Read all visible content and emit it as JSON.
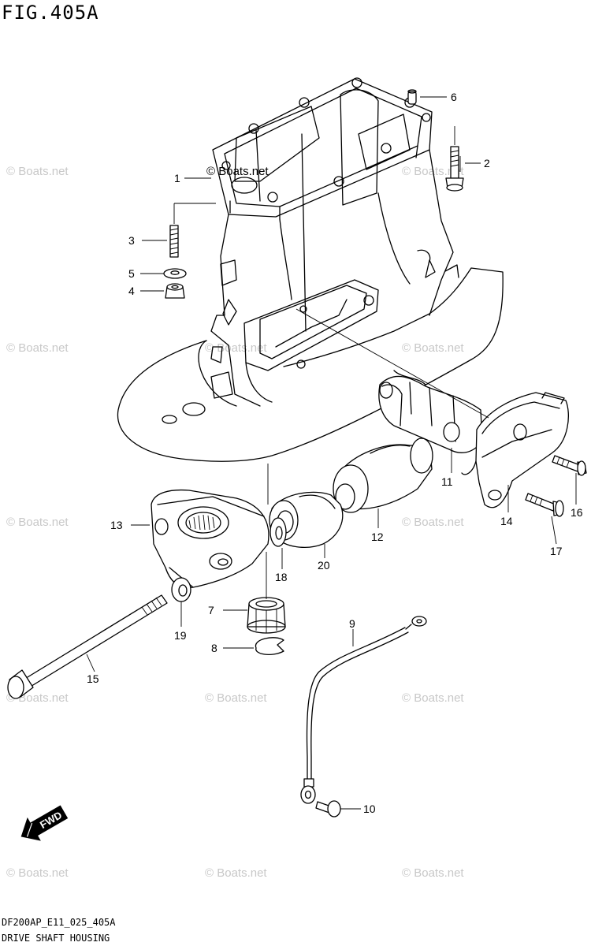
{
  "figure": {
    "title": "FIG.405A",
    "code": "DF200AP_E11_025_405A",
    "name": "DRIVE SHAFT HOUSING"
  },
  "watermark": "© Boats.net",
  "fwd_label": "FWD",
  "callouts": [
    {
      "id": "c1",
      "label": "1"
    },
    {
      "id": "c2",
      "label": "2"
    },
    {
      "id": "c3",
      "label": "3"
    },
    {
      "id": "c4",
      "label": "4"
    },
    {
      "id": "c5",
      "label": "5"
    },
    {
      "id": "c6",
      "label": "6"
    },
    {
      "id": "c7",
      "label": "7"
    },
    {
      "id": "c8",
      "label": "8"
    },
    {
      "id": "c9",
      "label": "9"
    },
    {
      "id": "c10",
      "label": "10"
    },
    {
      "id": "c11",
      "label": "11"
    },
    {
      "id": "c12",
      "label": "12"
    },
    {
      "id": "c13",
      "label": "13"
    },
    {
      "id": "c14",
      "label": "14"
    },
    {
      "id": "c15",
      "label": "15"
    },
    {
      "id": "c16",
      "label": "16"
    },
    {
      "id": "c17",
      "label": "17"
    },
    {
      "id": "c18",
      "label": "18"
    },
    {
      "id": "c19",
      "label": "19"
    },
    {
      "id": "c20",
      "label": "20"
    }
  ],
  "icons": {
    "fwd_arrow": "fwd-arrow-icon"
  }
}
